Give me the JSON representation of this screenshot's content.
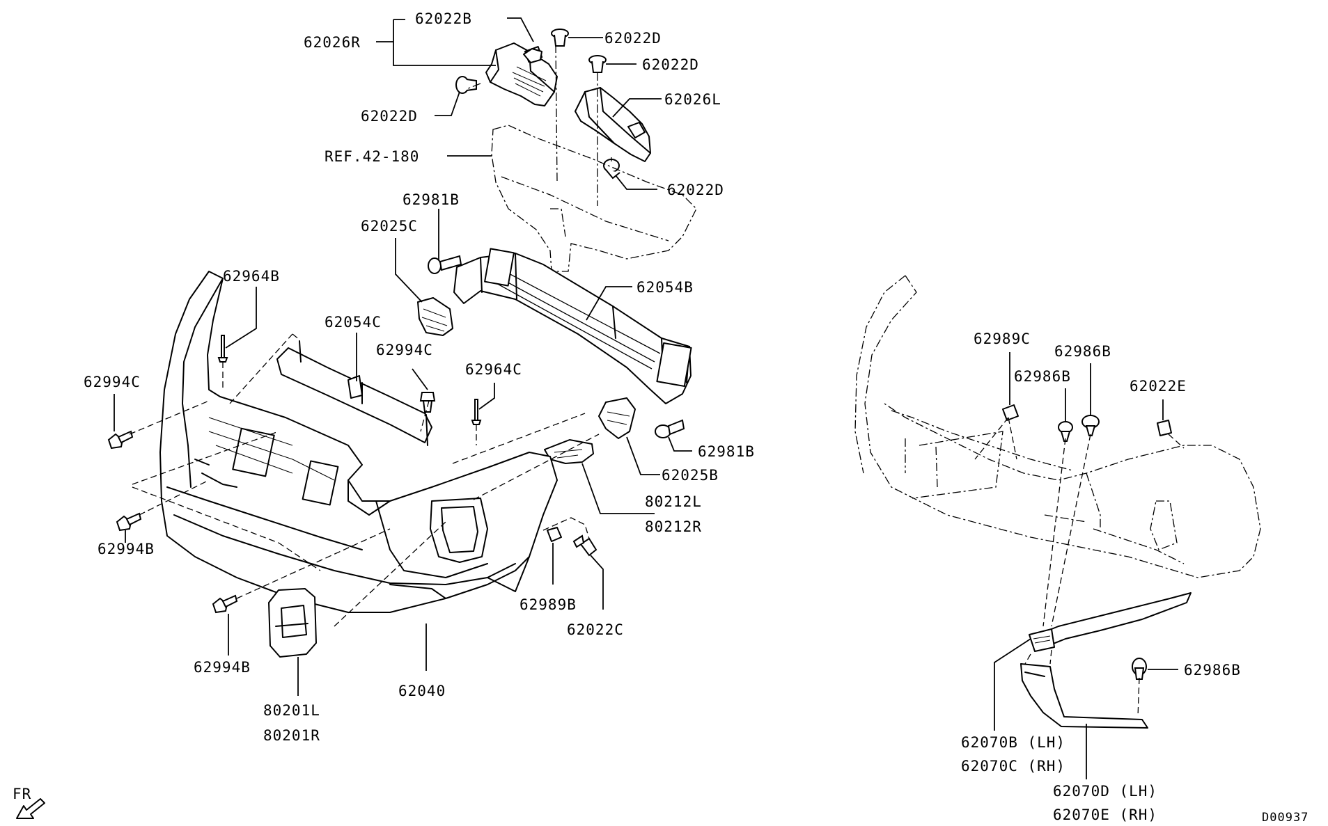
{
  "labels": {
    "p62022B": "62022B",
    "p62026R": "62026R",
    "p62022D_a": "62022D",
    "p62022D_b": "62022D",
    "p62022D_c": "62022D",
    "p62022D_d": "62022D",
    "p62026L": "62026L",
    "ref42180": "REF.42-180",
    "p62981B_a": "62981B",
    "p62981B_b": "62981B",
    "p62025C": "62025C",
    "p62054B": "62054B",
    "p62054C": "62054C",
    "p62964B": "62964B",
    "p62994C_a": "62994C",
    "p62994C_b": "62994C",
    "p62964C": "62964C",
    "p62025B": "62025B",
    "p80212L": "80212L",
    "p80212R": "80212R",
    "p62994B_a": "62994B",
    "p62994B_b": "62994B",
    "p62989B": "62989B",
    "p62022C": "62022C",
    "p62040": "62040",
    "p80201L": "80201L",
    "p80201R": "80201R",
    "p62989C": "62989C",
    "p62986B_a": "62986B",
    "p62986B_b": "62986B",
    "p62986B_c": "62986B",
    "p62022E": "62022E",
    "p62070B": "62070B (LH)",
    "p62070C": "62070C (RH)",
    "p62070D": "62070D (LH)",
    "p62070E": "62070E (RH)",
    "front": "FR",
    "drawing_id": "D00937"
  }
}
